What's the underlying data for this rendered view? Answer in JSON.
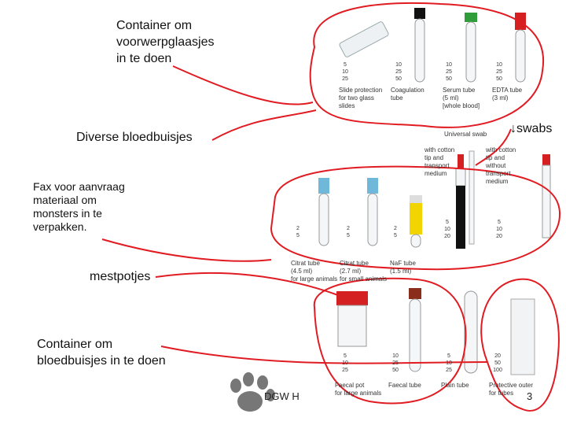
{
  "labels": {
    "slide_container": "Container om\nvoorwerpglaasjes\nin te doen",
    "blood_tubes": "Diverse bloedbuisjes",
    "swabs": "↓swabs",
    "fax": "Fax voor aanvraag\nmateriaal om\nmonsters in te\nverpakken.",
    "stool": "mestpotjes",
    "tube_container": "Container om\nbloedbuisjes in te doen"
  },
  "top_row": {
    "captions": [
      "Slide protection\nfor two glass\nslides",
      "Coagulation\ntube",
      "Serum tube\n(5 ml)\n[whole blood]",
      "EDTA tube\n(3 ml)"
    ],
    "volumes": [
      "5\n10\n25",
      "10\n25\n50",
      "10\n25\n50",
      "10\n25\n50"
    ]
  },
  "middle_row": {
    "captions": [
      "Citrat tube\n(4.5 ml)\nfor large animals",
      "Citrat tube\n(2.7 ml)\nfor small animals",
      "NaF tube\n(1.5 ml)"
    ],
    "volumes": [
      "2\n5",
      "2\n5",
      "2\n5",
      "5\n10\n20",
      "5\n10\n20"
    ],
    "universal_swab": "Universal swab",
    "swab_with_medium": "with cotton\ntip and\ntransport\nmedium",
    "swab_without_medium": "with cotton\ntip and\nwithout\ntransport\nmedium"
  },
  "bottom_row": {
    "captions": [
      "Faecal pot\nfor large animals",
      "Faecal tube",
      "Plain tube",
      "Protective outer\nfor tubes"
    ],
    "volumes": [
      "5\n10\n25",
      "10\n25\n50",
      "5\n10\n25",
      "20\n50\n100"
    ]
  },
  "footer": {
    "org": "DGW H",
    "page": "3"
  },
  "colors": {
    "annotation_ring": "#e11b22",
    "cap_black": "#111111",
    "cap_green": "#2f9e3a",
    "cap_red": "#d42020",
    "cap_lightblue": "#6fb8d9",
    "cap_yellow": "#f2d400",
    "cap_brown": "#8a2d1a"
  },
  "icons": [
    "paw-print-icon"
  ]
}
